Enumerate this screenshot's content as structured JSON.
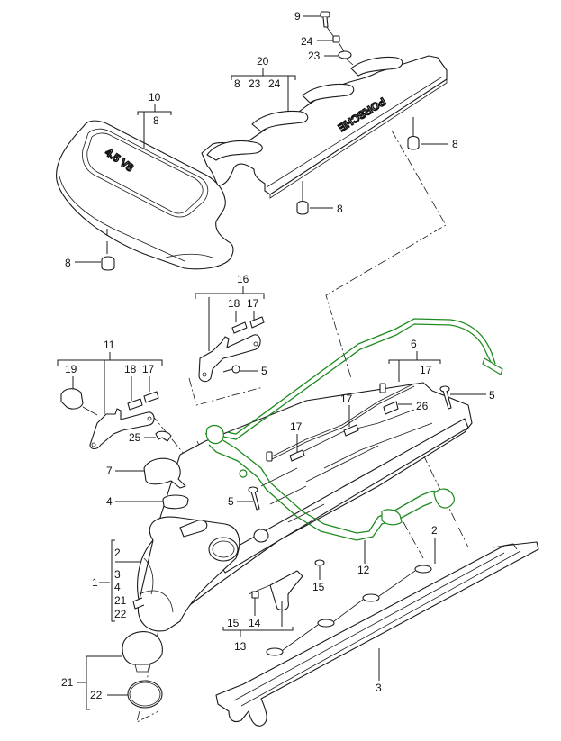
{
  "diagram": {
    "title": "Engine cover / cylinder head cover exploded parts diagram",
    "emblems": {
      "engine_cover_badge": "4.5 V8",
      "manifold_cover_logo": "PORSCHE"
    },
    "accent_color": "#1f8a1f",
    "callouts": {
      "c9": "9",
      "c24_top": "24",
      "c23_top": "23",
      "c20": "20",
      "c20_sub": [
        "8",
        "23",
        "24"
      ],
      "c10": "10",
      "c10_sub": "8",
      "c8_cover_left": "8",
      "c8_manifold_right": "8",
      "c8_manifold_bottom": "8",
      "c16": "16",
      "c16_sub": [
        "18",
        "17"
      ],
      "c5_bracket16": "5",
      "c11": "11",
      "c11_sub": [
        "19",
        "18",
        "17"
      ],
      "c6": "6",
      "c6_sub": "17",
      "c17_mid_a": "17",
      "c17_mid_b": "17",
      "c26": "26",
      "c5_right": "5",
      "c25": "25",
      "c7": "7",
      "c4": "4",
      "c5_head": "5",
      "c1": "1",
      "c1_sub": [
        "2",
        "3",
        "4",
        "21",
        "22"
      ],
      "c12": "12",
      "c2": "2",
      "c15_right": "15",
      "c13": "13",
      "c13_sub": [
        "15",
        "14"
      ],
      "c3": "3",
      "c21": "21",
      "c22": "22"
    }
  }
}
